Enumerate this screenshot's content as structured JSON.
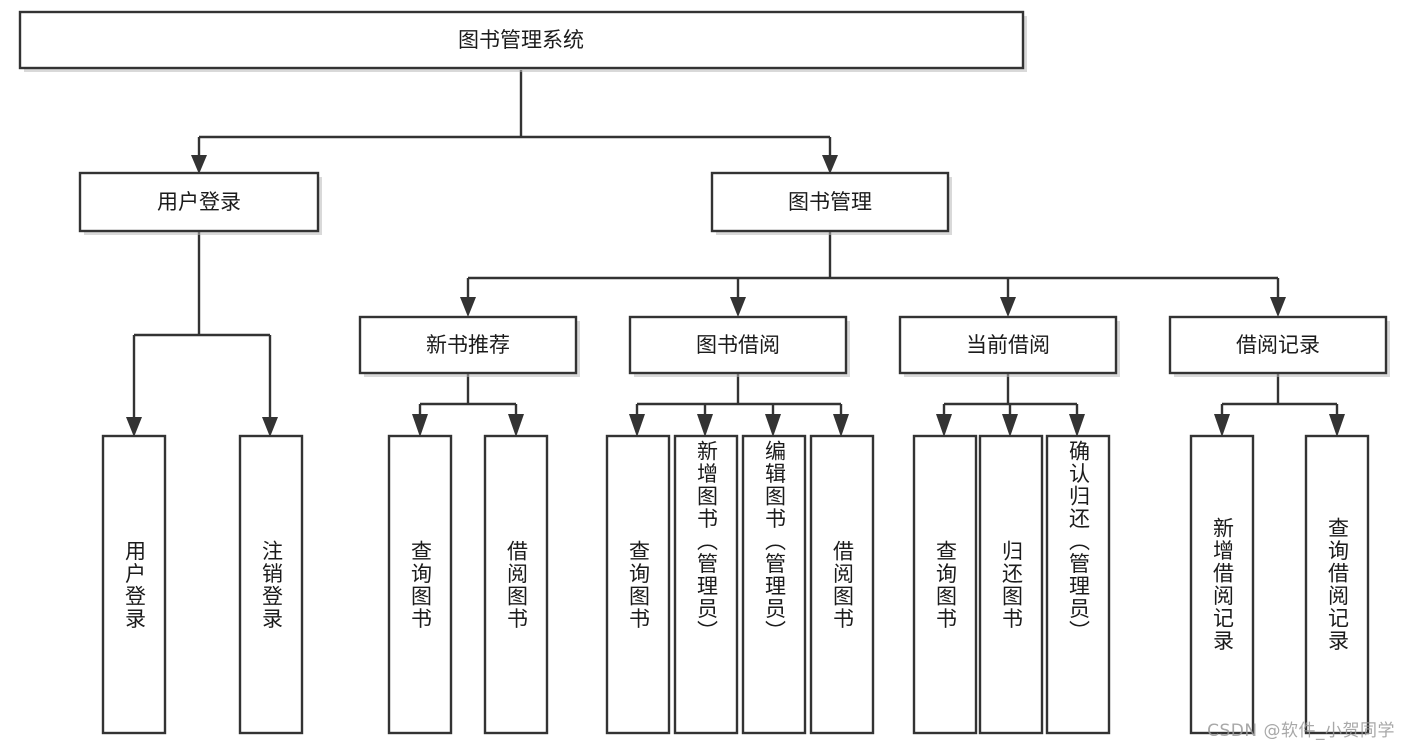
{
  "diagram": {
    "type": "tree-hierarchy",
    "title": "图书管理系统",
    "orientation": "top-down",
    "colors": {
      "box_fill": "#ffffff",
      "box_stroke": "#333333",
      "text": "#1b1b1b",
      "shadow": "#b9b9b9",
      "watermark": "#9a9a9a",
      "background": "#ffffff"
    },
    "root": {
      "id": "root",
      "label": "图书管理系统",
      "orientation": "horizontal"
    },
    "level2": [
      {
        "id": "user-login",
        "label": "用户登录",
        "orientation": "horizontal"
      },
      {
        "id": "book-management",
        "label": "图书管理",
        "orientation": "horizontal"
      }
    ],
    "level3": [
      {
        "id": "new-book-recommend",
        "label": "新书推荐",
        "orientation": "horizontal",
        "parent": "book-management"
      },
      {
        "id": "book-borrow",
        "label": "图书借阅",
        "orientation": "horizontal",
        "parent": "book-management"
      },
      {
        "id": "current-borrow",
        "label": "当前借阅",
        "orientation": "horizontal",
        "parent": "book-management"
      },
      {
        "id": "borrow-record",
        "label": "借阅记录",
        "orientation": "horizontal",
        "parent": "book-management"
      }
    ],
    "leaves": [
      {
        "id": "leaf-user-login",
        "label": "用户登录",
        "parent": "user-login",
        "orientation": "vertical"
      },
      {
        "id": "leaf-user-logout",
        "label": "注销登录",
        "parent": "user-login",
        "orientation": "vertical"
      },
      {
        "id": "leaf-query-book-rec",
        "label": "查询图书",
        "parent": "new-book-recommend",
        "orientation": "vertical"
      },
      {
        "id": "leaf-borrow-book-rec",
        "label": "借阅图书",
        "parent": "new-book-recommend",
        "orientation": "vertical"
      },
      {
        "id": "leaf-query-book-borrow",
        "label": "查询图书",
        "parent": "book-borrow",
        "orientation": "vertical"
      },
      {
        "id": "leaf-add-book",
        "label": "新增图书（管理员）",
        "parent": "book-borrow",
        "orientation": "vertical"
      },
      {
        "id": "leaf-edit-book",
        "label": "编辑图书（管理员）",
        "parent": "book-borrow",
        "orientation": "vertical"
      },
      {
        "id": "leaf-borrow-book",
        "label": "借阅图书",
        "parent": "book-borrow",
        "orientation": "vertical"
      },
      {
        "id": "leaf-query-book-current",
        "label": "查询图书",
        "parent": "current-borrow",
        "orientation": "vertical"
      },
      {
        "id": "leaf-return-book",
        "label": "归还图书",
        "parent": "current-borrow",
        "orientation": "vertical"
      },
      {
        "id": "leaf-confirm-return",
        "label": "确认归还（管理员）",
        "parent": "current-borrow",
        "orientation": "vertical"
      },
      {
        "id": "leaf-add-record",
        "label": "新增借阅记录",
        "parent": "borrow-record",
        "orientation": "vertical"
      },
      {
        "id": "leaf-query-record",
        "label": "查询借阅记录",
        "parent": "borrow-record",
        "orientation": "vertical"
      }
    ],
    "watermark": "CSDN @软件_小贺同学"
  }
}
